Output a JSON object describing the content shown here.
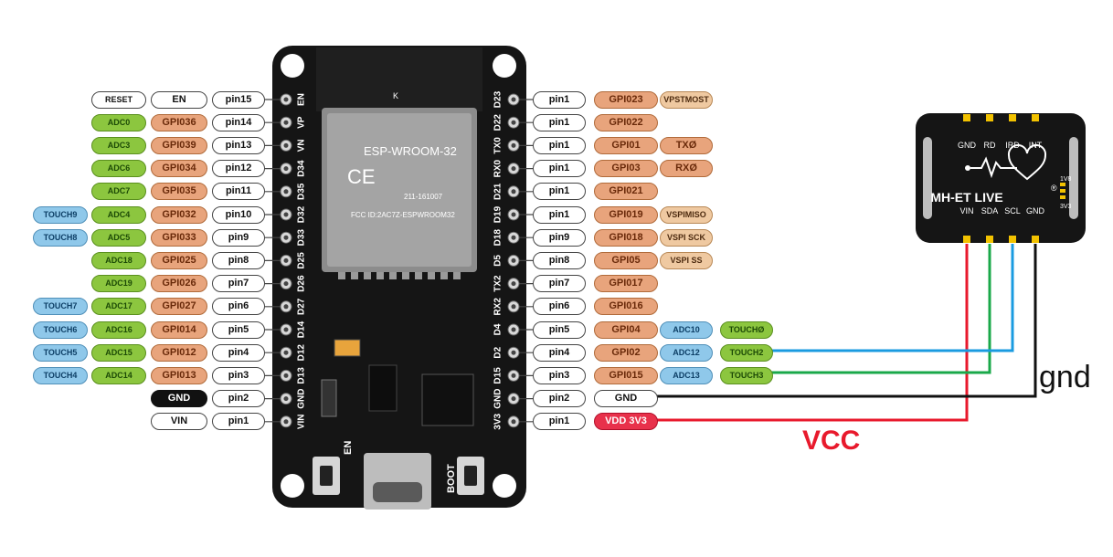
{
  "board": {
    "module_name": "ESP-WROOM-32",
    "module_code": "211-161007",
    "fcc_id": "FCC ID:2AC7Z-ESPWROOM32",
    "antenna_mark": "K",
    "btn_en": "EN",
    "btn_boot": "BOOT",
    "left_header_labels": [
      "EN",
      "VP",
      "VN",
      "D34",
      "D35",
      "D32",
      "D33",
      "D25",
      "D26",
      "D27",
      "D14",
      "D12",
      "D13",
      "GND",
      "VIN"
    ],
    "right_header_labels": [
      "D23",
      "D22",
      "TX0",
      "RX0",
      "D21",
      "D19",
      "D18",
      "D5",
      "TX2",
      "RX2",
      "D4",
      "D2",
      "D15",
      "GND",
      "3V3"
    ]
  },
  "left_rows": [
    {
      "extra": null,
      "adc": "RESET",
      "gpio": "EN",
      "pin": "pin15",
      "adc_style": "white",
      "gpio_style": "white"
    },
    {
      "extra": null,
      "adc": "ADC0",
      "gpio": "GPI036",
      "pin": "pin14"
    },
    {
      "extra": null,
      "adc": "ADC3",
      "gpio": "GPI039",
      "pin": "pin13"
    },
    {
      "extra": null,
      "adc": "ADC6",
      "gpio": "GPI034",
      "pin": "pin12"
    },
    {
      "extra": null,
      "adc": "ADC7",
      "gpio": "GPI035",
      "pin": "pin11"
    },
    {
      "extra": "TOUCH9",
      "adc": "ADC4",
      "gpio": "GPI032",
      "pin": "pin10"
    },
    {
      "extra": "TOUCH8",
      "adc": "ADC5",
      "gpio": "GPI033",
      "pin": "pin9"
    },
    {
      "extra": null,
      "adc": "ADC18",
      "gpio": "GPI025",
      "pin": "pin8"
    },
    {
      "extra": null,
      "adc": "ADC19",
      "gpio": "GPI026",
      "pin": "pin7"
    },
    {
      "extra": "TOUCH7",
      "adc": "ADC17",
      "gpio": "GPI027",
      "pin": "pin6"
    },
    {
      "extra": "TOUCH6",
      "adc": "ADC16",
      "gpio": "GPI014",
      "pin": "pin5"
    },
    {
      "extra": "TOUCH5",
      "adc": "ADC15",
      "gpio": "GPI012",
      "pin": "pin4"
    },
    {
      "extra": "TOUCH4",
      "adc": "ADC14",
      "gpio": "GPI013",
      "pin": "pin3"
    },
    {
      "extra": null,
      "adc": null,
      "gpio": "GND",
      "pin": "pin2",
      "gpio_style": "black"
    },
    {
      "extra": null,
      "adc": null,
      "gpio": "VIN",
      "pin": "pin1",
      "gpio_style": "white"
    }
  ],
  "right_rows": [
    {
      "pin": "pin1",
      "gpio": "GPI023",
      "func1": "VPSTMOST",
      "func1_style": "tan",
      "func2": null
    },
    {
      "pin": "pin1",
      "gpio": "GPI022",
      "func1": null,
      "func2": null
    },
    {
      "pin": "pin1",
      "gpio": "GPI01",
      "func1": "TXØ",
      "func1_style": "orange",
      "func2": null
    },
    {
      "pin": "pin1",
      "gpio": "GPI03",
      "func1": "RXØ",
      "func1_style": "orange",
      "func2": null
    },
    {
      "pin": "pin1",
      "gpio": "GPI021",
      "func1": null,
      "func2": null
    },
    {
      "pin": "pin1",
      "gpio": "GPI019",
      "func1": "VSPIMISO",
      "func1_style": "tan",
      "func2": null
    },
    {
      "pin": "pin9",
      "gpio": "GPI018",
      "func1": "VSPI SCK",
      "func1_style": "tan",
      "func2": null
    },
    {
      "pin": "pin8",
      "gpio": "GPI05",
      "func1": "VSPI SS",
      "func1_style": "tan",
      "func2": null
    },
    {
      "pin": "pin7",
      "gpio": "GPI017",
      "func1": null,
      "func2": null
    },
    {
      "pin": "pin6",
      "gpio": "GPI016",
      "func1": null,
      "func2": null
    },
    {
      "pin": "pin5",
      "gpio": "GPI04",
      "func1": "ADC10",
      "func1_style": "blue",
      "func2": "TOUCHØ"
    },
    {
      "pin": "pin4",
      "gpio": "GPI02",
      "func1": "ADC12",
      "func1_style": "blue",
      "func2": "TOUCH2"
    },
    {
      "pin": "pin3",
      "gpio": "GPI015",
      "func1": "ADC13",
      "func1_style": "blue",
      "func2": "TOUCH3"
    },
    {
      "pin": "pin2",
      "gpio": "GND",
      "gpio_style": "white",
      "func1": null,
      "func2": null
    },
    {
      "pin": "pin1",
      "gpio": "VDD 3V3",
      "gpio_style": "red",
      "func1": null,
      "func2": null
    }
  ],
  "sensor": {
    "name": "MH-ET LIVE",
    "top_pins": [
      "GND",
      "RD",
      "IRD",
      "INT"
    ],
    "bottom_pins": [
      "VIN",
      "SDA",
      "SCL",
      "GND"
    ],
    "voltage_top": "1V8",
    "voltage_bottom": "3V3",
    "registered_mark": "®"
  },
  "connections": {
    "gnd_label": "gnd",
    "vcc_label": "VCC",
    "colors": {
      "vcc": "#e8192c",
      "sda": "#1aa84a",
      "scl": "#1a9be0",
      "gnd": "#111111"
    }
  }
}
